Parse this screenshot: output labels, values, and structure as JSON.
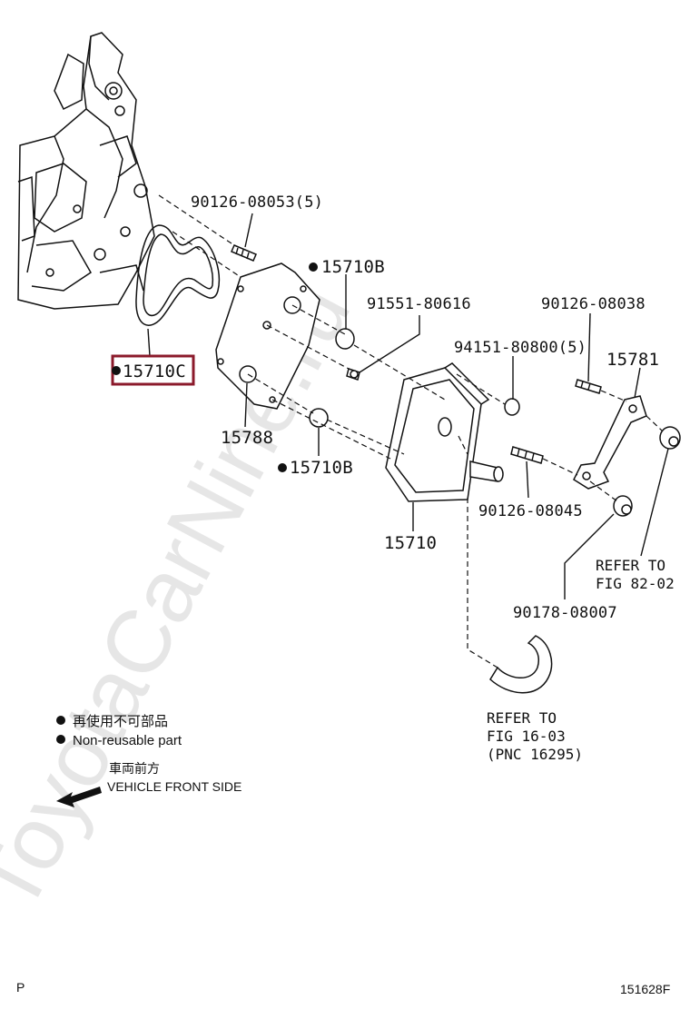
{
  "watermark": "ToyotaCarNine.ru",
  "highlight_color": "#8b1a2b",
  "parts": {
    "bolt_top": "90126-08053(5)",
    "gasket_upper": "15710B",
    "plug": "91551-80616",
    "stud_right": "90126-08038",
    "nut": "94151-80800(5)",
    "bracket": "15781",
    "gasket_selected": "15710C",
    "plate": "15788",
    "gasket_lower": "15710B",
    "stud_mid": "90126-08045",
    "cooler": "15710",
    "cushion": "90178-08007"
  },
  "refs": {
    "fig82_line1": "REFER TO",
    "fig82_line2": "FIG 82-02",
    "fig16_line1": "REFER TO",
    "fig16_line2": "FIG 16-03",
    "fig16_line3": "(PNC 16295)"
  },
  "legend": {
    "jp": "再使用不可部品",
    "en": "Non-reusable part",
    "front_jp": "車両前方",
    "front_en": "VEHICLE FRONT SIDE"
  },
  "footer": {
    "left": "P",
    "right": "151628F"
  }
}
